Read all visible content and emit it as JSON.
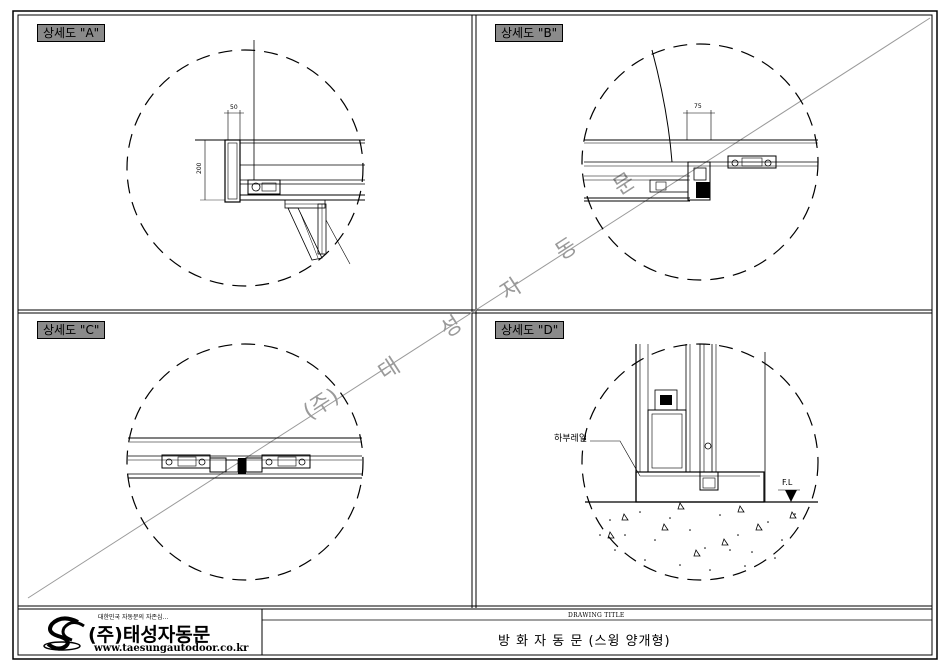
{
  "panels": [
    {
      "id": "A",
      "label": "상세도 \"A\""
    },
    {
      "id": "B",
      "label": "상세도 \"B\""
    },
    {
      "id": "C",
      "label": "상세도 \"C\""
    },
    {
      "id": "D",
      "label": "상세도 \"D\""
    }
  ],
  "dimensions": {
    "a_width": "50",
    "a_height": "200",
    "b_width": "75"
  },
  "callouts": {
    "bottom_rail": "하부레일",
    "floor_level": "F.L"
  },
  "watermark": {
    "chars": [
      "(주)",
      "태",
      "성",
      "자",
      "동",
      "문"
    ]
  },
  "title_block": {
    "company_tagline": "대한민국 자동문의 자존심...",
    "company_name": "(주)태성자동문",
    "company_url": "www.taesungautodoor.co.kr",
    "drawing_title_caption": "DRAWING TITLE",
    "drawing_title": "방 화 자 동 문 (스윙 양개형)"
  }
}
